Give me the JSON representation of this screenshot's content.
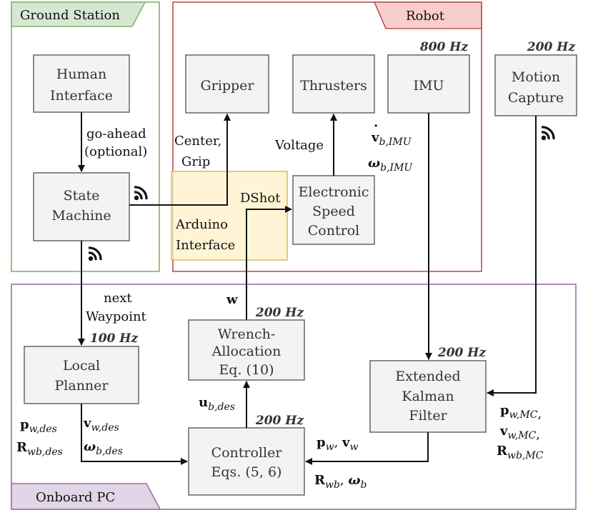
{
  "groups": {
    "ground_station": "Ground Station",
    "robot": "Robot",
    "onboard_pc": "Onboard PC",
    "arduino": [
      "Arduino",
      "Interface"
    ]
  },
  "blocks": {
    "human_interface": [
      "Human",
      "Interface"
    ],
    "state_machine": [
      "State",
      "Machine"
    ],
    "gripper": [
      "Gripper"
    ],
    "thrusters": [
      "Thrusters"
    ],
    "imu": [
      "IMU"
    ],
    "esc": [
      "Electronic",
      "Speed",
      "Control"
    ],
    "motion_capture": [
      "Motion",
      "Capture"
    ],
    "local_planner": [
      "Local",
      "Planner"
    ],
    "wrench_allocation": [
      "Wrench-",
      "Allocation",
      "Eq. (10)"
    ],
    "ekf": [
      "Extended",
      "Kalman",
      "Filter"
    ],
    "controller": [
      "Controller",
      "Eqs. (5, 6)"
    ]
  },
  "rates": {
    "imu": "800 Hz",
    "motion_capture": "200 Hz",
    "local_planner": "100 Hz",
    "wrench_allocation": "200 Hz",
    "ekf": "200 Hz",
    "controller": "200 Hz"
  },
  "labels": {
    "go_ahead": [
      "go-ahead",
      "(optional)"
    ],
    "center_grip": [
      "Center,",
      "Grip"
    ],
    "voltage": "Voltage",
    "dshot": "DShot",
    "next_waypoint": [
      "next",
      "Waypoint"
    ],
    "w": "w",
    "u_b_des": [
      "u",
      "b,des"
    ],
    "imu_vdot": [
      "v",
      "b,IMU"
    ],
    "imu_omega": [
      "ω",
      "b,IMU"
    ],
    "p_w_des": [
      "p",
      "w,des"
    ],
    "R_wb_des": [
      "R",
      "wb,des"
    ],
    "v_w_des": [
      "v",
      "w,des"
    ],
    "omega_b_des": [
      "ω",
      "b,des"
    ],
    "p_w_v_w": [
      "p",
      "w",
      ", ",
      "v",
      "w"
    ],
    "R_wb_omega_b": [
      "R",
      "wb",
      ", ",
      "ω",
      "b"
    ],
    "p_w_MC": [
      "p",
      "w,MC",
      ","
    ],
    "v_w_MC": [
      "v",
      "w,MC",
      ","
    ],
    "R_wb_MC": [
      "R",
      "wb,MC"
    ]
  },
  "colors": {
    "ground_station": "#82b366",
    "ground_station_fill": "#d5e8d4",
    "robot": "#b85450",
    "robot_fill": "#f8cecc",
    "onboard_pc": "#9673a6",
    "onboard_pc_fill": "#e1d5e7",
    "arduino_stroke": "#d6b656",
    "arduino_fill": "#fff2cc"
  }
}
